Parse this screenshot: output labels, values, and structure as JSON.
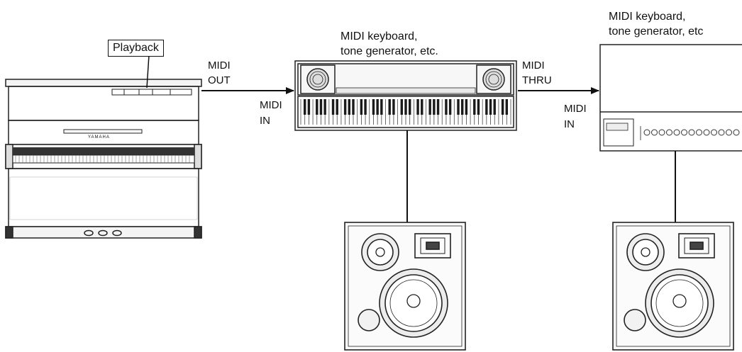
{
  "labels": {
    "playback": "Playback",
    "midi_out_line1": "MIDI",
    "midi_out_line2": "OUT",
    "midi_in1_line1": "MIDI",
    "midi_in1_line2": "IN",
    "midi_thru_line1": "MIDI",
    "midi_thru_line2": "THRU",
    "midi_in2_line1": "MIDI",
    "midi_in2_line2": "IN",
    "device1_line1": "MIDI keyboard,",
    "device1_line2": "tone generator, etc.",
    "device2_line1": "MIDI keyboard,",
    "device2_line2": "tone generator, etc",
    "piano_brand": "YAMAHA"
  }
}
